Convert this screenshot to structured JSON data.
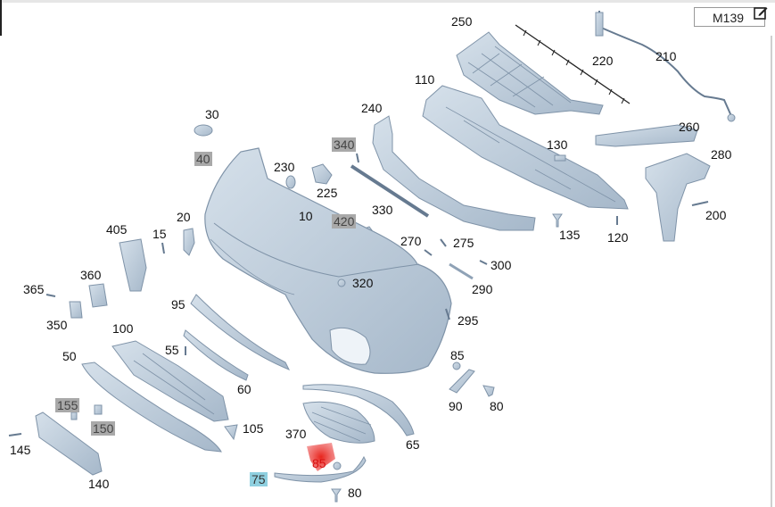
{
  "model": {
    "code": "M139"
  },
  "colors": {
    "part_fill": "#bcccdc",
    "part_stroke": "#7f93a8",
    "gray_tag": "#a9a9a9",
    "blue_tag": "#8fd0e0",
    "red_highlight": "#e8241c"
  },
  "icons": {
    "edit": "edit-icon"
  },
  "labels": {
    "l250": "250",
    "l220": "220",
    "l210": "210",
    "l110": "110",
    "l240": "240",
    "l30": "30",
    "l40": "40",
    "l340": "340",
    "l130": "130",
    "l260": "260",
    "l280": "280",
    "l230": "230",
    "l225": "225",
    "l330": "330",
    "l10": "10",
    "l420": "420",
    "l20": "20",
    "l15": "15",
    "l405": "405",
    "l135": "135",
    "l120": "120",
    "l200": "200",
    "l270": "270",
    "l275": "275",
    "l300": "300",
    "l290": "290",
    "l320": "320",
    "l360": "360",
    "l365": "365",
    "l350": "350",
    "l95": "95",
    "l295": "295",
    "l100": "100",
    "l55": "55",
    "l85a": "85",
    "l50": "50",
    "l60": "60",
    "l90": "90",
    "l80a": "80",
    "l155": "155",
    "l150": "150",
    "l105": "105",
    "l370": "370",
    "l65": "65",
    "l145": "145",
    "l85b": "85",
    "l140": "140",
    "l75": "75",
    "l80b": "80"
  }
}
